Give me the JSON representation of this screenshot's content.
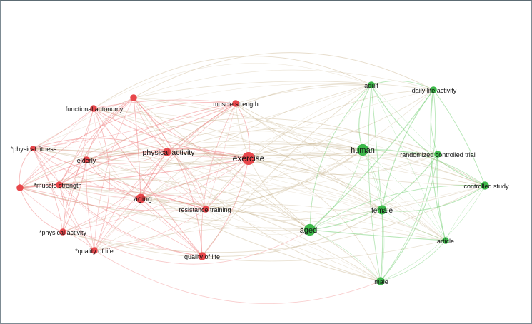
{
  "network": {
    "colors": {
      "cluster_red": "#e8474b",
      "cluster_green": "#3db84a",
      "edge_red": "#f08a8a",
      "edge_green": "#7fd37f",
      "edge_mixed": "#c9b48e"
    },
    "nodes": [
      {
        "id": "exercise",
        "label": "exercise",
        "cluster": "red",
        "weight": 10
      },
      {
        "id": "physical_activity",
        "label": "physical activity",
        "cluster": "red",
        "weight": 6
      },
      {
        "id": "aging",
        "label": "aging",
        "cluster": "red",
        "weight": 7
      },
      {
        "id": "muscle_strength",
        "label": "muscle strength",
        "cluster": "red",
        "weight": 5
      },
      {
        "id": "functional_autonomy",
        "label": "functional autonomy",
        "cluster": "red",
        "weight": 5
      },
      {
        "id": "unlabeled_red",
        "label": "",
        "cluster": "red",
        "weight": 5
      },
      {
        "id": "elderly",
        "label": "elderly",
        "cluster": "red",
        "weight": 5
      },
      {
        "id": "star_physical_fitness",
        "label": "*physical fitness",
        "cluster": "red",
        "weight": 4
      },
      {
        "id": "star_muscle_strength",
        "label": "*muscle strength",
        "cluster": "red",
        "weight": 5
      },
      {
        "id": "left_edge_red",
        "label": "",
        "cluster": "red",
        "weight": 5
      },
      {
        "id": "resistance_training",
        "label": "resistance training",
        "cluster": "red",
        "weight": 5
      },
      {
        "id": "star_physical_activity",
        "label": "*physical activity",
        "cluster": "red",
        "weight": 5
      },
      {
        "id": "star_quality_of_life",
        "label": "*quality of life",
        "cluster": "red",
        "weight": 5
      },
      {
        "id": "quality_of_life",
        "label": "quality of life",
        "cluster": "red",
        "weight": 6
      },
      {
        "id": "human",
        "label": "human",
        "cluster": "green",
        "weight": 9
      },
      {
        "id": "adult",
        "label": "adult",
        "cluster": "green",
        "weight": 5
      },
      {
        "id": "daily_life_activity",
        "label": "daily life activity",
        "cluster": "green",
        "weight": 5
      },
      {
        "id": "randomized_controlled_trial",
        "label": "randomized controlled trial",
        "cluster": "green",
        "weight": 5
      },
      {
        "id": "controlled_study",
        "label": "controlled study",
        "cluster": "green",
        "weight": 6
      },
      {
        "id": "female",
        "label": "female",
        "cluster": "green",
        "weight": 7
      },
      {
        "id": "aged",
        "label": "aged",
        "cluster": "green",
        "weight": 9
      },
      {
        "id": "article",
        "label": "article",
        "cluster": "green",
        "weight": 5
      },
      {
        "id": "male",
        "label": "male",
        "cluster": "green",
        "weight": 6
      }
    ]
  }
}
